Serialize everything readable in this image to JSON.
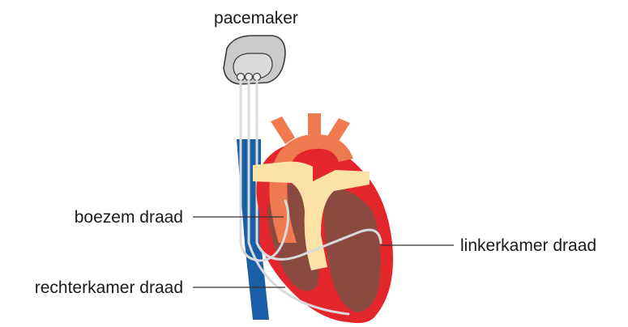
{
  "labels": {
    "pacemaker": "pacemaker",
    "atrium_lead": "boezem draad",
    "right_ventricle_lead": "rechterkamer draad",
    "left_ventricle_lead": "linkerkamer draad"
  },
  "colors": {
    "heart_wall": "#e3262b",
    "heart_chamber": "#8b4a40",
    "aorta": "#ef7a4f",
    "pulmonary": "#fbe3a8",
    "vena_cava": "#1b5ea8",
    "device_body": "#c9cbcd",
    "leads": "#d9dadc",
    "pointer_line": "#333333"
  }
}
